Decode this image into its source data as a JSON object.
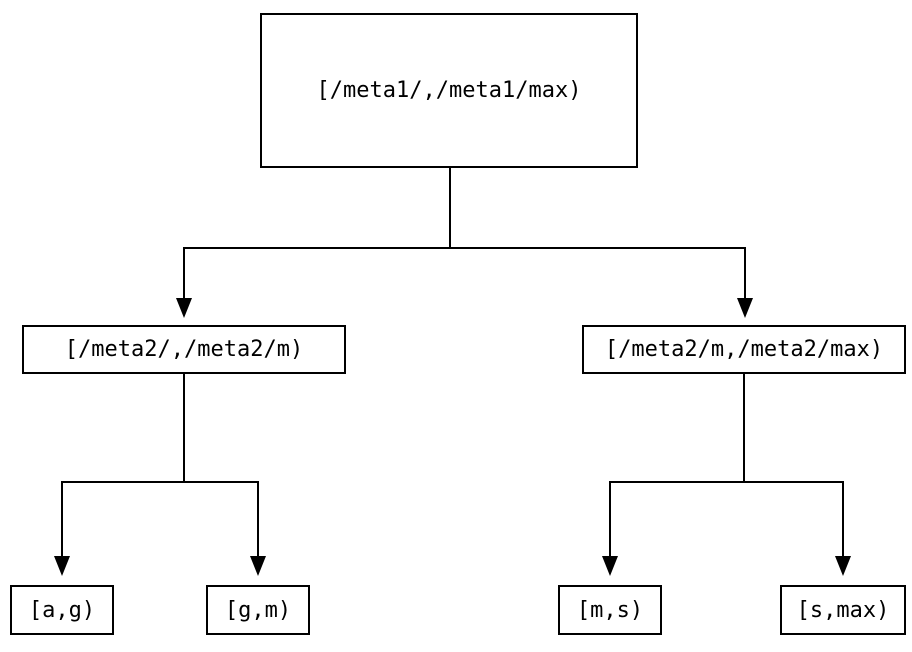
{
  "colors": {
    "stroke": "#000000",
    "background": "#ffffff",
    "text": "#000000"
  },
  "tree": {
    "root": {
      "label": "[/meta1/,/meta1/max)"
    },
    "children": [
      {
        "label": "[/meta2/,/meta2/m)",
        "children": [
          {
            "label": "[a,g)"
          },
          {
            "label": "[g,m)"
          }
        ]
      },
      {
        "label": "[/meta2/m,/meta2/max)",
        "children": [
          {
            "label": "[m,s)"
          },
          {
            "label": "[s,max)"
          }
        ]
      }
    ]
  }
}
